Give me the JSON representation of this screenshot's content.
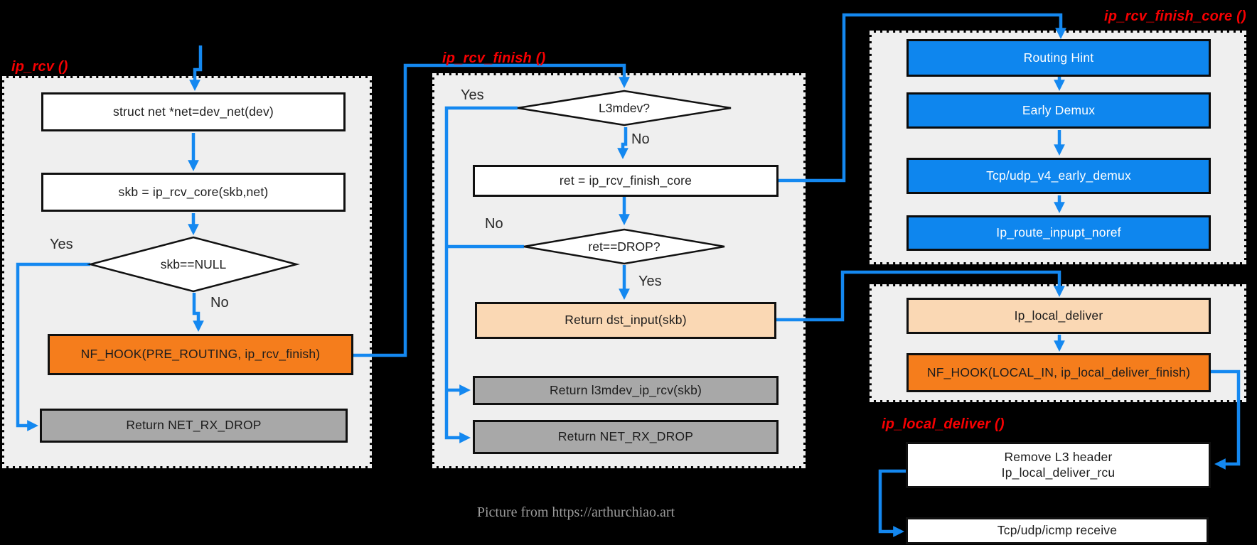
{
  "caption": "Picture from https://arthurchiao.art",
  "colors": {
    "arrow_blue": "#1488F0",
    "box_blue": "#0E86EE",
    "orange": "#F57D1C",
    "peach": "#FAD8B4",
    "gray_box": "#A8A8A8",
    "panel_bg": "#EFEFEF",
    "title_red": "#F50002"
  },
  "panel_ip_rcv": {
    "title": "ip_rcv ()",
    "box_struct_net": "struct net *net=dev_net(dev)",
    "box_skb_core": "skb = ip_rcv_core(skb,net)",
    "diamond_skb_null": "skb==NULL",
    "label_yes": "Yes",
    "label_no": "No",
    "box_nf_hook": "NF_HOOK(PRE_ROUTING, ip_rcv_finish)",
    "box_net_rx_drop": "Return NET_RX_DROP"
  },
  "panel_ip_rcv_finish": {
    "title": "ip_rcv_finish ()",
    "diamond_l3mdev": "L3mdev?",
    "label_yes_l3mdev": "Yes",
    "label_no_l3mdev": "No",
    "box_ret_core": "ret = ip_rcv_finish_core",
    "diamond_ret_drop": "ret==DROP?",
    "label_no_ret": "No",
    "label_yes_ret": "Yes",
    "box_dst_input": "Return dst_input(skb)",
    "box_l3mdev_ip_rcv": "Return l3mdev_ip_rcv(skb)",
    "box_net_rx_drop": "Return NET_RX_DROP"
  },
  "panel_ip_rcv_finish_core": {
    "title": "ip_rcv_finish_core ()",
    "boxes": [
      "Routing Hint",
      "Early Demux",
      "Tcp/udp_v4_early_demux",
      "Ip_route_inpupt_noref"
    ]
  },
  "panel_ip_local_deliver": {
    "title": "ip_local_deliver ()",
    "box_ip_local_deliver": "Ip_local_deliver",
    "box_nf_hook": "NF_HOOK(LOCAL_IN, ip_local_deliver_finish)"
  },
  "handoff": {
    "box_remove_l3_line1": "Remove L3 header",
    "box_remove_l3_line2": "Ip_local_deliver_rcu",
    "box_tcp_udp_icmp": "Tcp/udp/icmp receive"
  }
}
